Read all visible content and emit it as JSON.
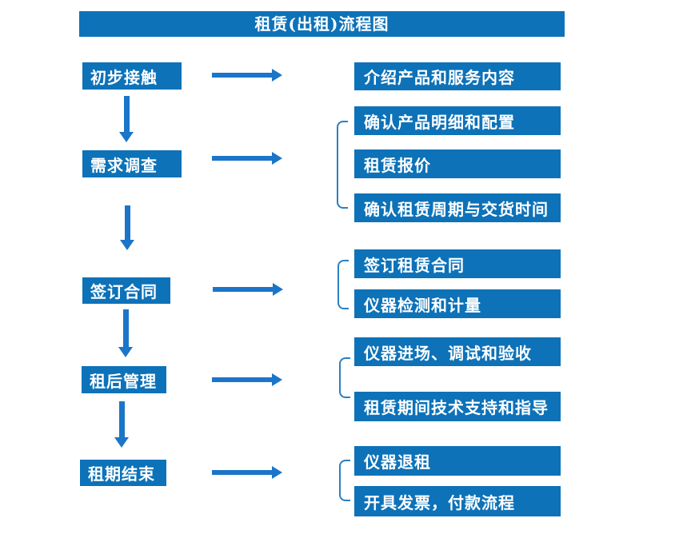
{
  "title": "租赁(出租)流程图",
  "colors": {
    "primary_blue": "#0d72b8",
    "arrow_blue": "#1b75c8",
    "bracket_blue": "#2d7fc0",
    "text_white": "#ffffff",
    "background": "#ffffff"
  },
  "icons": {
    "right_arrow": "right-arrow",
    "down_arrow": "down-arrow",
    "group_bracket": "left-square-bracket"
  },
  "groups": [
    {
      "step": "初步接触",
      "items": [
        "介绍产品和服务内容"
      ]
    },
    {
      "step": "需求调查",
      "items": [
        "确认产品明细和配置",
        "租赁报价",
        "确认租赁周期与交货时间"
      ]
    },
    {
      "step": "签订合同",
      "items": [
        "签订租赁合同",
        "仪器检测和计量"
      ]
    },
    {
      "step": "租后管理",
      "items": [
        "仪器进场、调试和验收",
        "租赁期间技术支持和指导"
      ]
    },
    {
      "step": "租期结束",
      "items": [
        "仪器退租",
        "开具发票，付款流程"
      ]
    }
  ]
}
